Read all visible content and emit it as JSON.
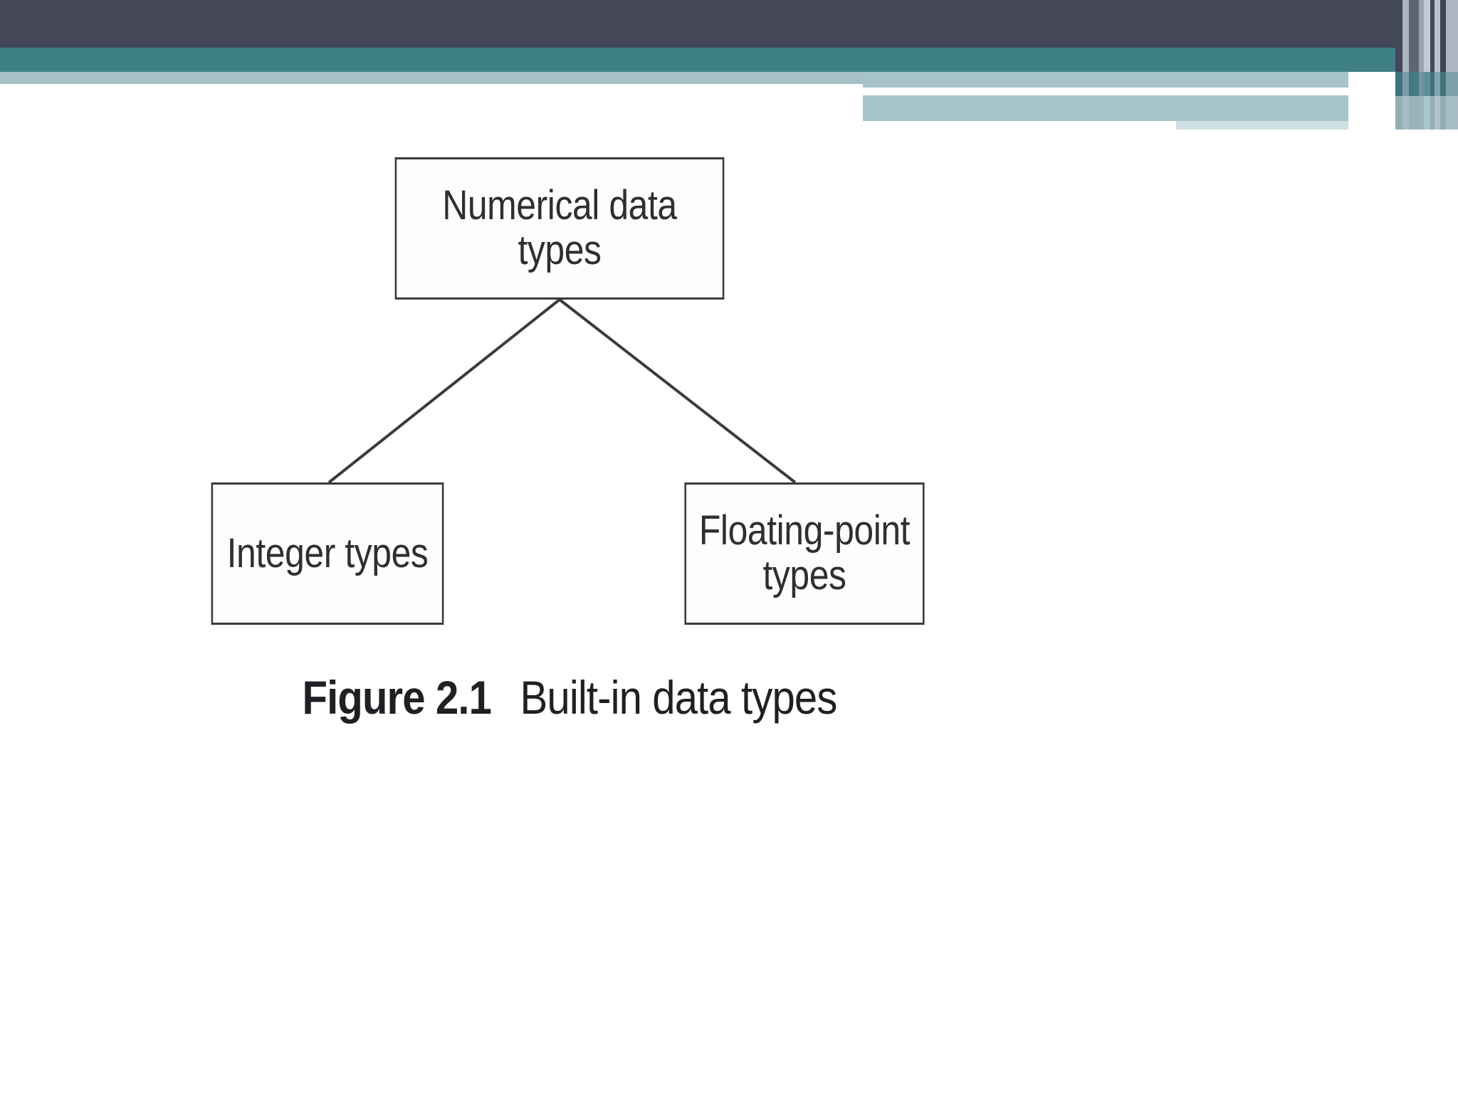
{
  "slide": {
    "background_color": "#ffffff",
    "banner": {
      "navy_color": "#434758",
      "teal_color": "#3e8086",
      "light_band_color": "#a6c4ca",
      "pale_band_color": "#cfe0e2",
      "stripe_colors": [
        "#434758",
        "#6c7080",
        "#a9b4c1",
        "#434758",
        "#8e98a8",
        "#c3ccd6",
        "#3e8086",
        "#a6c4ca"
      ]
    }
  },
  "figure": {
    "caption_number": "Figure 2.1",
    "caption_text": "Built-in data types",
    "nodes": {
      "root": "Numerical data types",
      "left": "Integer types",
      "right": "Floating-point types"
    },
    "edges": [
      {
        "from": "root",
        "to": "left"
      },
      {
        "from": "root",
        "to": "right"
      }
    ],
    "line_color": "#3a3a40",
    "text_color": "#2e2e33"
  },
  "chart_data": {
    "type": "diagram",
    "title": "Figure 2.1 Built-in data types",
    "nodes": [
      {
        "id": "root",
        "label": "Numerical data types",
        "level": 0
      },
      {
        "id": "left",
        "label": "Integer types",
        "level": 1
      },
      {
        "id": "right",
        "label": "Floating-point types",
        "level": 1
      }
    ],
    "links": [
      {
        "source": "root",
        "target": "left"
      },
      {
        "source": "root",
        "target": "right"
      }
    ]
  }
}
